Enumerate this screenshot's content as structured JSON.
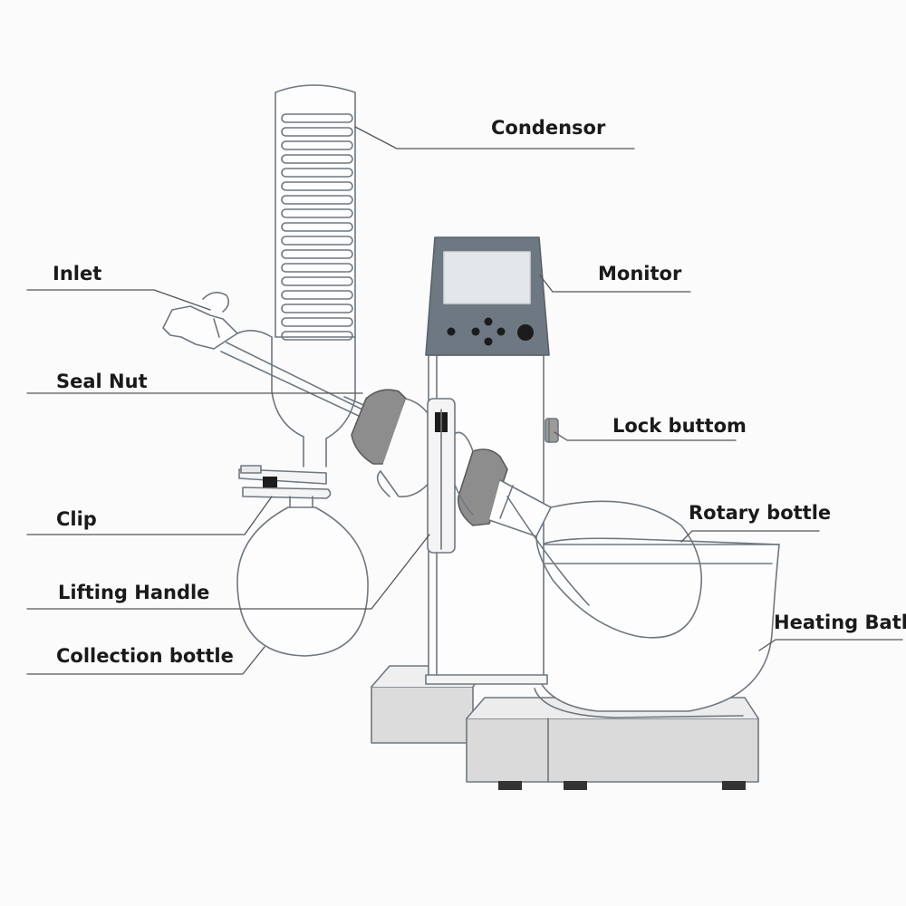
{
  "labels": {
    "condensor": "Condensor",
    "monitor": "Monitor",
    "inlet": "Inlet",
    "seal_nut": "Seal Nut",
    "lock_buttom": "Lock buttom",
    "rotary_bottle": "Rotary bottle",
    "clip": "Clip",
    "lifting_handle": "Lifting Handle",
    "heating_bath": "Heating Bath",
    "collection_bottle": "Collection bottle"
  },
  "colors": {
    "outline": "#6f7780",
    "monitor_body": "#6e7882",
    "screen": "#e4e7ea",
    "seal": "#8d8d8d",
    "base_gray": "#d9d9d9",
    "leader": "#555555"
  }
}
